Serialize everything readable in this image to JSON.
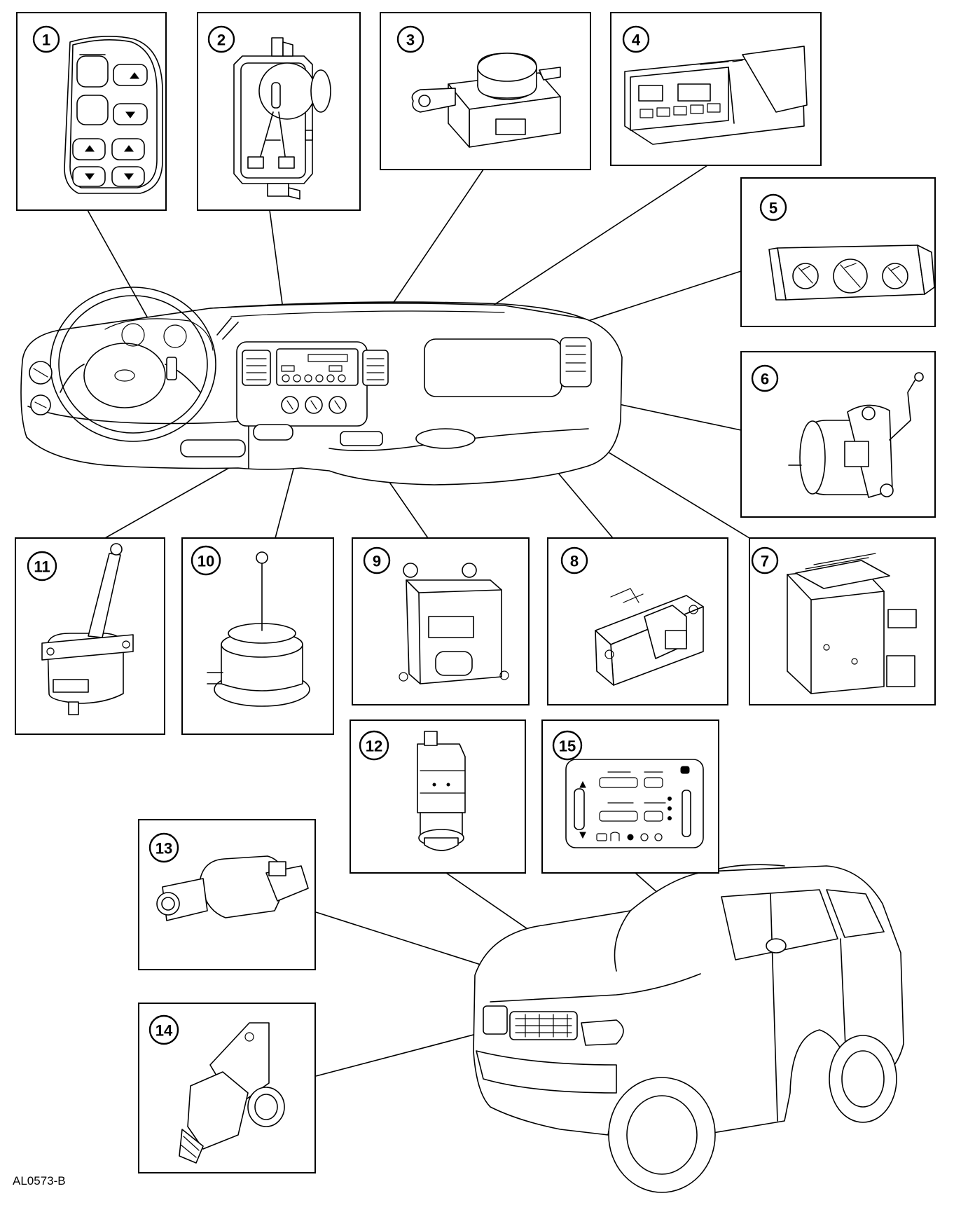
{
  "figure_code": "AL0573-B",
  "callouts": [
    "1",
    "2",
    "3",
    "4",
    "5",
    "6",
    "7",
    "8",
    "9",
    "10",
    "11",
    "12",
    "13",
    "14",
    "15"
  ]
}
